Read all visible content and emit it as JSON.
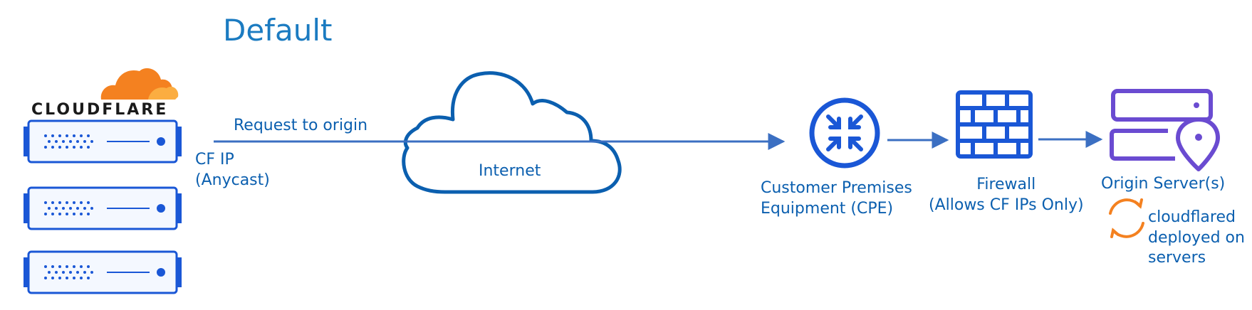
{
  "title": "Default",
  "colors": {
    "blue": "#0b5faf",
    "line_blue": "#3b6fc2",
    "icon_blue": "#1a57d6",
    "purple": "#6a4bd1",
    "orange": "#f48120",
    "light_blue_fill": "#e6efff"
  },
  "cloudflare": {
    "logo_text": "CLOUDFLARE",
    "logo_icon": "cloudflare-cloud-icon",
    "server_count": 3,
    "cf_ip_lines": [
      "CF IP",
      "(Anycast)"
    ]
  },
  "request": {
    "label": "Request to origin"
  },
  "internet": {
    "label": "Internet",
    "icon": "cloud-outline-icon"
  },
  "cpe": {
    "icon": "router-arrows-icon",
    "lines": [
      "Customer Premises",
      "Equipment (CPE)"
    ]
  },
  "firewall": {
    "icon": "brick-wall-icon",
    "lines": [
      "Firewall",
      "(Allows CF IPs Only)"
    ]
  },
  "origin": {
    "icon": "server-location-icon",
    "label": "Origin Server(s)"
  },
  "cloudflared": {
    "icon": "sync-arrows-icon",
    "lines": [
      "cloudflared",
      "deployed on",
      "servers"
    ]
  }
}
